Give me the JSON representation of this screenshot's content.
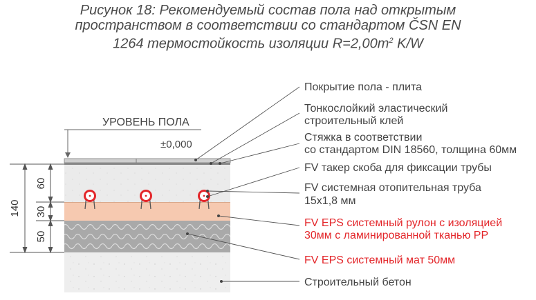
{
  "title": {
    "line1": "Рисунок 18: Рекомендуемый состав пола над открытым",
    "line2": "пространством в соответствии со стандартом  ČSN EN",
    "line3_pre": "1264 термостойкость изоляции R=2,00m",
    "line3_sup": "2",
    "line3_post": " K/W"
  },
  "floor_level": {
    "label": "УРОВЕНЬ ПОЛА",
    "value": "±0,000"
  },
  "dimensions": {
    "total": "140",
    "top": "60",
    "middle": "30",
    "bottom": "50"
  },
  "layers": [
    {
      "line1": "Покрытие пола - плита",
      "line2": "",
      "color": "#444444"
    },
    {
      "line1": "Тонкослойкий эластический",
      "line2": "строительный клей",
      "color": "#444444"
    },
    {
      "line1": "Стяжка в соответствии",
      "line2": "со стандартом DIN  18560, толщина 60мм",
      "color": "#444444"
    },
    {
      "line1": "FV такер скоба для фиксации трубы",
      "line2": "",
      "color": "#444444"
    },
    {
      "line1": "FV системная отопительная труба",
      "line2": "15x1,8 мм",
      "color": "#444444"
    },
    {
      "line1": "FV EPS системный рулон с изоляцией",
      "line2": "30мм с ламинированной тканью PP",
      "color": "#e3262a"
    },
    {
      "line1": "FV EPS системный мат 50мм",
      "line2": "",
      "color": "#e3262a"
    },
    {
      "line1": "Строительный бетон",
      "line2": "",
      "color": "#444444"
    }
  ],
  "colors": {
    "screed": "#ebebeb",
    "eps_roll": "#f6c9b0",
    "insulation": "#a9a9a9",
    "concrete": "#eeeeee",
    "pipe": "#e3262a",
    "accent_red": "#e3262a"
  }
}
